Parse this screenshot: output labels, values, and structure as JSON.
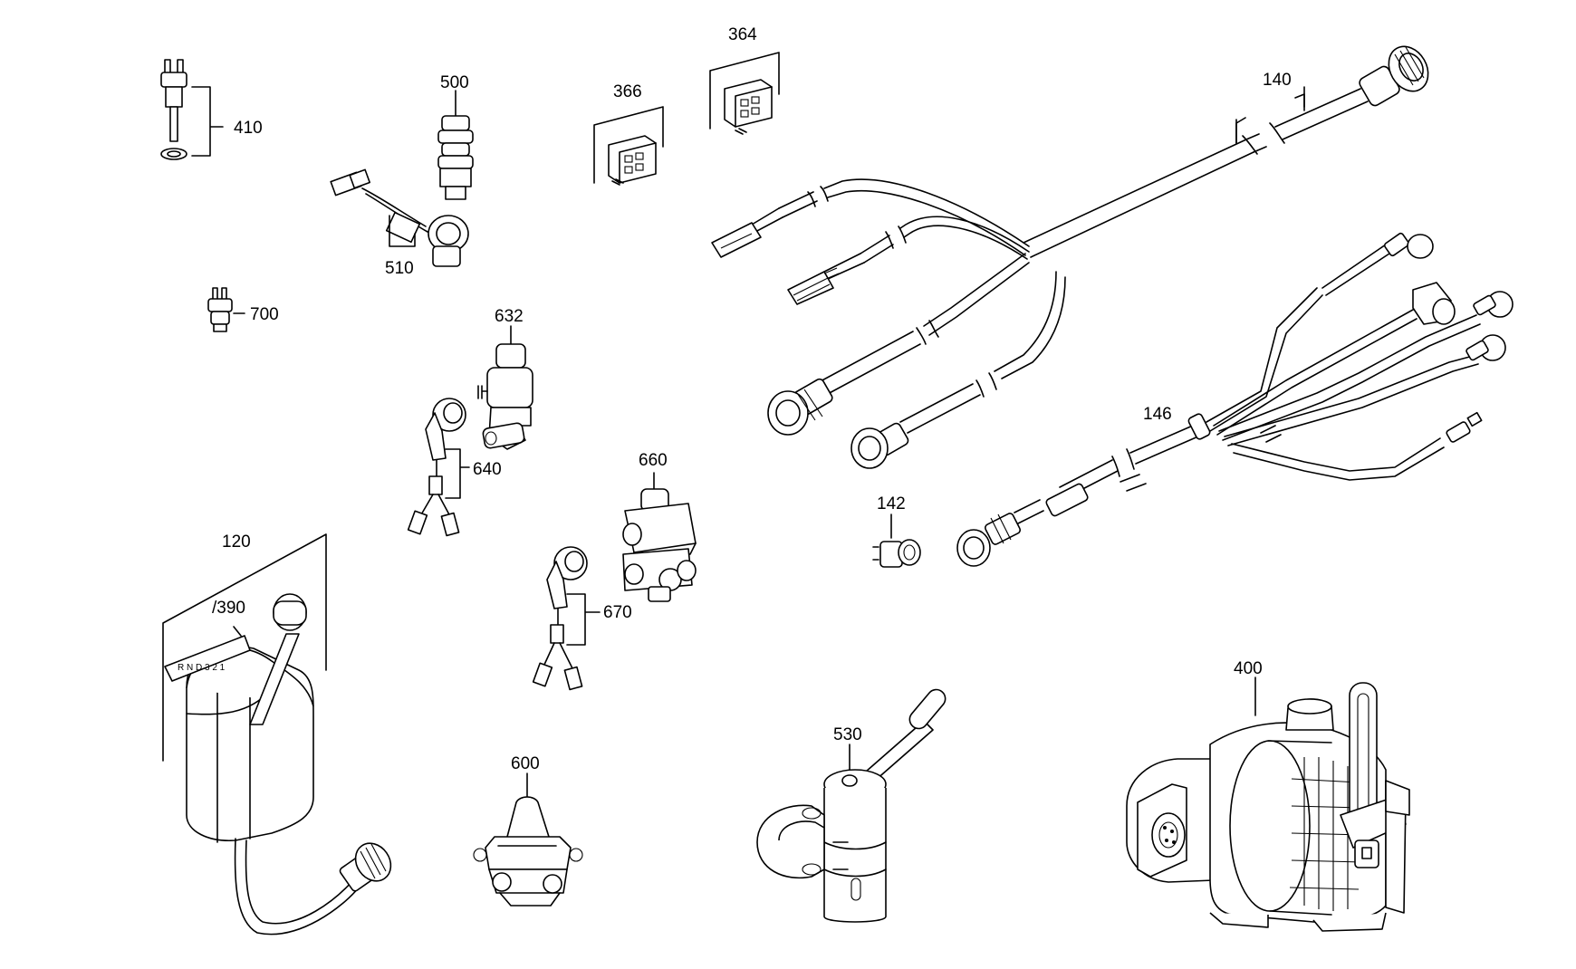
{
  "parts": {
    "p410": "410",
    "p500": "500",
    "p366": "366",
    "p364": "364",
    "p140": "140",
    "p510": "510",
    "p700": "700",
    "p632": "632",
    "p640": "640",
    "p660": "660",
    "p146": "146",
    "p142": "142",
    "p120": "120",
    "p390": "/390",
    "p670": "670",
    "p400": "400",
    "p600": "600",
    "p530": "530"
  }
}
